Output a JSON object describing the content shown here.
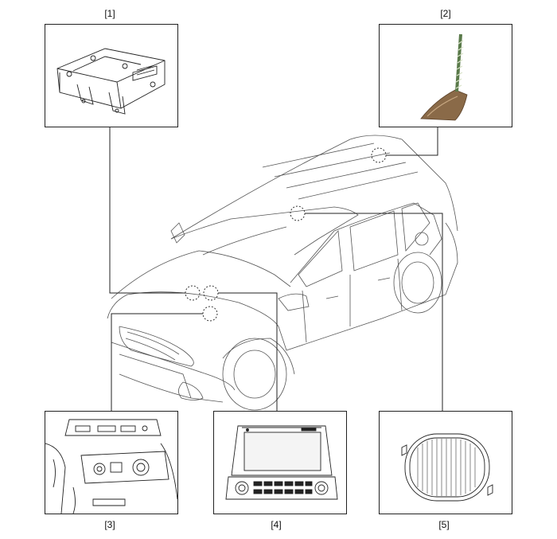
{
  "labels": {
    "l1": "[1]",
    "l2": "[2]",
    "l3": "[3]",
    "l4": "[4]",
    "l5": "[5]"
  },
  "components": [
    {
      "id": 1,
      "icon": "audio-unit-bracket-icon"
    },
    {
      "id": 2,
      "icon": "shark-fin-antenna-icon"
    },
    {
      "id": 3,
      "icon": "usb-aux-jack-icon"
    },
    {
      "id": 4,
      "icon": "head-unit-display-icon"
    },
    {
      "id": 5,
      "icon": "speaker-grille-icon"
    }
  ],
  "colors": {
    "line": "#222222",
    "antenna": "#8a6a48"
  }
}
